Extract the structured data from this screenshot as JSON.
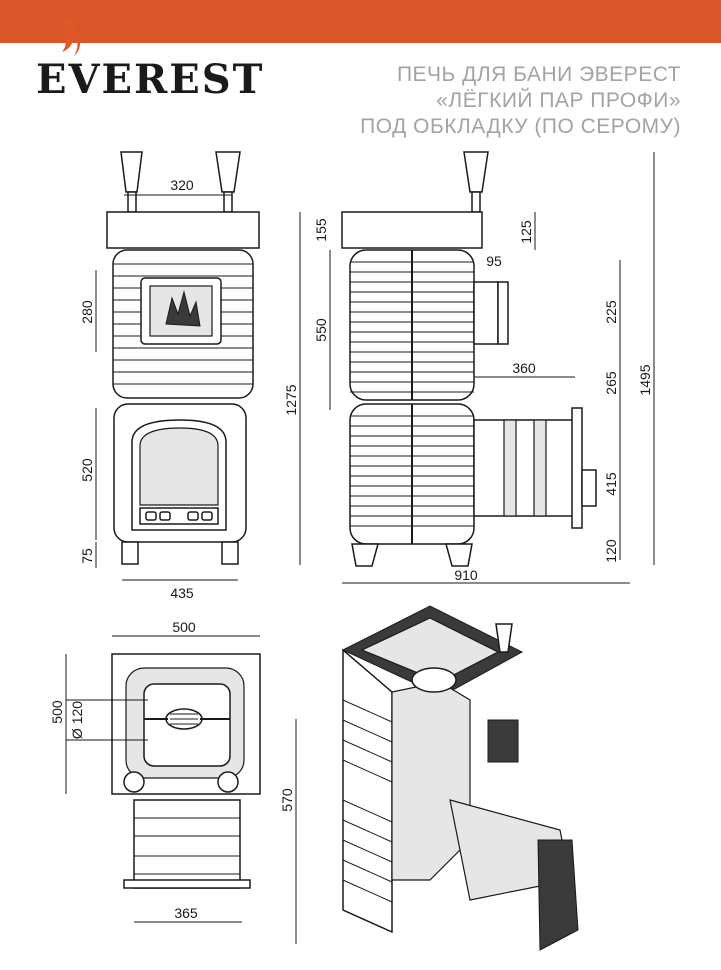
{
  "brand": {
    "logo_text": "EVEREST",
    "accent_color": "#d9562b",
    "flame_color": "#e0582a"
  },
  "title": {
    "line1": "ПЕЧЬ ДЛЯ БАНИ ЭВЕРЕСТ",
    "line2": "«ЛЁГКИЙ ПАР ПРОФИ»",
    "line3": "ПОД ОБКЛАДКУ (ПО СЕРОМУ)"
  },
  "dimensions": {
    "front": {
      "top_width": "320",
      "door_upper": "280",
      "door_lower": "520",
      "leg": "75",
      "base_width": "435",
      "total": "1275"
    },
    "side": {
      "cap": "155",
      "top_right": "125",
      "offset": "95",
      "upper_block": "550",
      "tube": "225",
      "tunnel": "360",
      "gap": "265",
      "firebox": "415",
      "base": "120",
      "total_height": "1495",
      "total_width": "910"
    },
    "plan": {
      "width": "500",
      "depth": "500",
      "flue": "Ø 120",
      "extension": "570",
      "tunnel_width": "365"
    }
  }
}
